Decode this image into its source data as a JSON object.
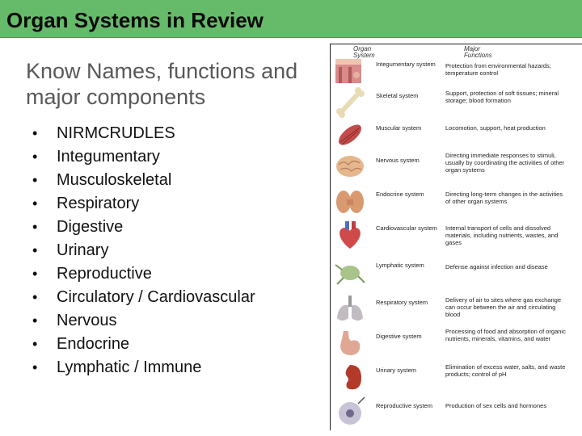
{
  "header": {
    "title": "Organ Systems in Review"
  },
  "intro": {
    "subtitle": "Know Names, functions and major components"
  },
  "bullets": [
    "NIRMCRUDLES",
    "Integumentary",
    "Musculoskeletal",
    "Respiratory",
    "Digestive",
    "Urinary",
    "Reproductive",
    "Circulatory / Cardiovascular",
    "Nervous",
    "Endocrine",
    "Lymphatic / Immune"
  ],
  "table": {
    "col_system": "Organ System",
    "col_functions": "Major Functions",
    "rows": [
      {
        "system": "Integumentary system",
        "functions": "Protection from environmental hazards; temperature control",
        "icon": "skin-icon"
      },
      {
        "system": "Skeletal system",
        "functions": "Support, protection of soft tissues; mineral storage; blood formation",
        "icon": "bone-icon"
      },
      {
        "system": "Muscular system",
        "functions": "Locomotion, support, heat production",
        "icon": "muscle-icon"
      },
      {
        "system": "Nervous system",
        "functions": "Directing immediate responses to stimuli, usually by coordinating the activities of other organ systems",
        "icon": "brain-icon"
      },
      {
        "system": "Endocrine system",
        "functions": "Directing long-term changes in the activities of other organ systems",
        "icon": "thyroid-icon"
      },
      {
        "system": "Cardiovascular system",
        "functions": "Internal transport of cells and dissolved materials, including nutrients, wastes, and gases",
        "icon": "heart-icon"
      },
      {
        "system": "Lymphatic system",
        "functions": "Defense against infection and disease",
        "icon": "lymph-node-icon"
      },
      {
        "system": "Respiratory system",
        "functions": "Delivery of air to sites where gas exchange can occur between the air and circulating blood",
        "icon": "lungs-icon"
      },
      {
        "system": "Digestive system",
        "functions": "Processing of food and absorption of organic nutrients, minerals, vitamins, and water",
        "icon": "stomach-icon"
      },
      {
        "system": "Urinary system",
        "functions": "Elimination of excess water, salts, and waste products; control of pH",
        "icon": "kidney-icon"
      },
      {
        "system": "Reproductive system",
        "functions": "Production of sex cells and hormones",
        "icon": "cell-icon"
      }
    ]
  }
}
